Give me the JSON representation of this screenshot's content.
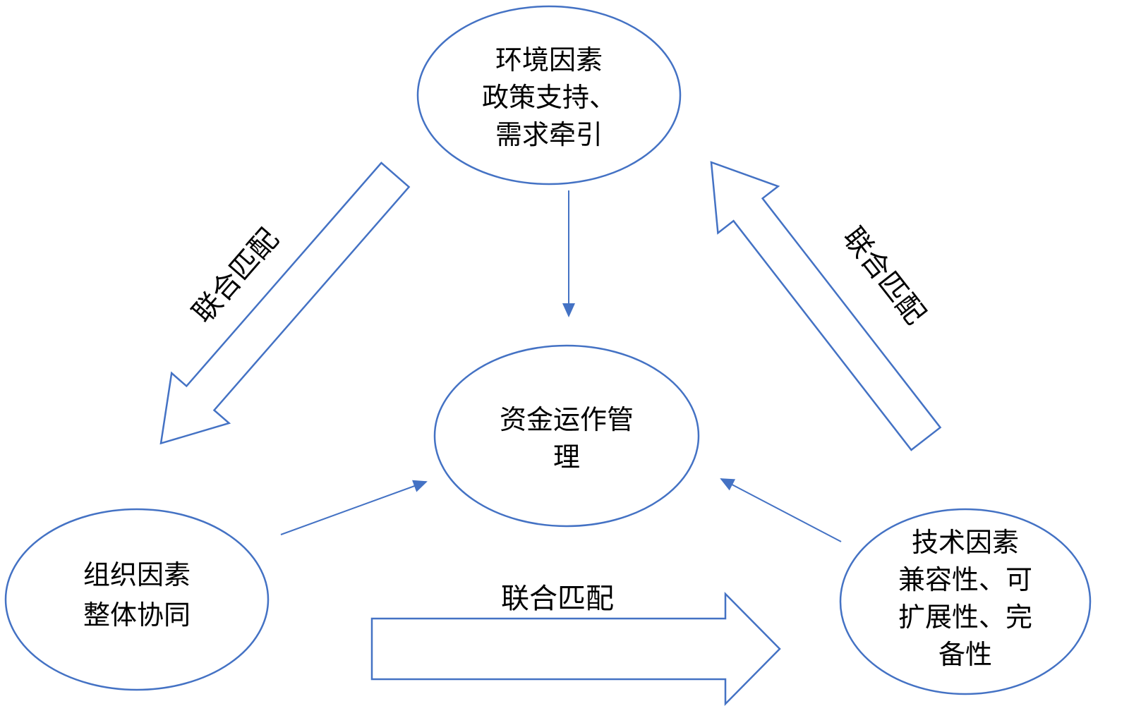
{
  "diagram": {
    "nodes": {
      "environment": {
        "lines": [
          "环境因素",
          "政策支持、",
          "需求牵引"
        ]
      },
      "fund_management": {
        "lines": [
          "资金运作管",
          "理"
        ]
      },
      "organization": {
        "lines": [
          "组织因素",
          "整体协同"
        ]
      },
      "technology": {
        "lines": [
          "技术因素",
          "兼容性、可",
          "扩展性、完",
          "备性"
        ]
      }
    },
    "arrow_labels": {
      "env_to_org": "联合匹配",
      "tech_to_env": "联合匹配",
      "org_to_tech": "联合匹配"
    },
    "colors": {
      "outline": "#4472C4",
      "text": "#000000",
      "fill": "#FFFFFF"
    }
  }
}
